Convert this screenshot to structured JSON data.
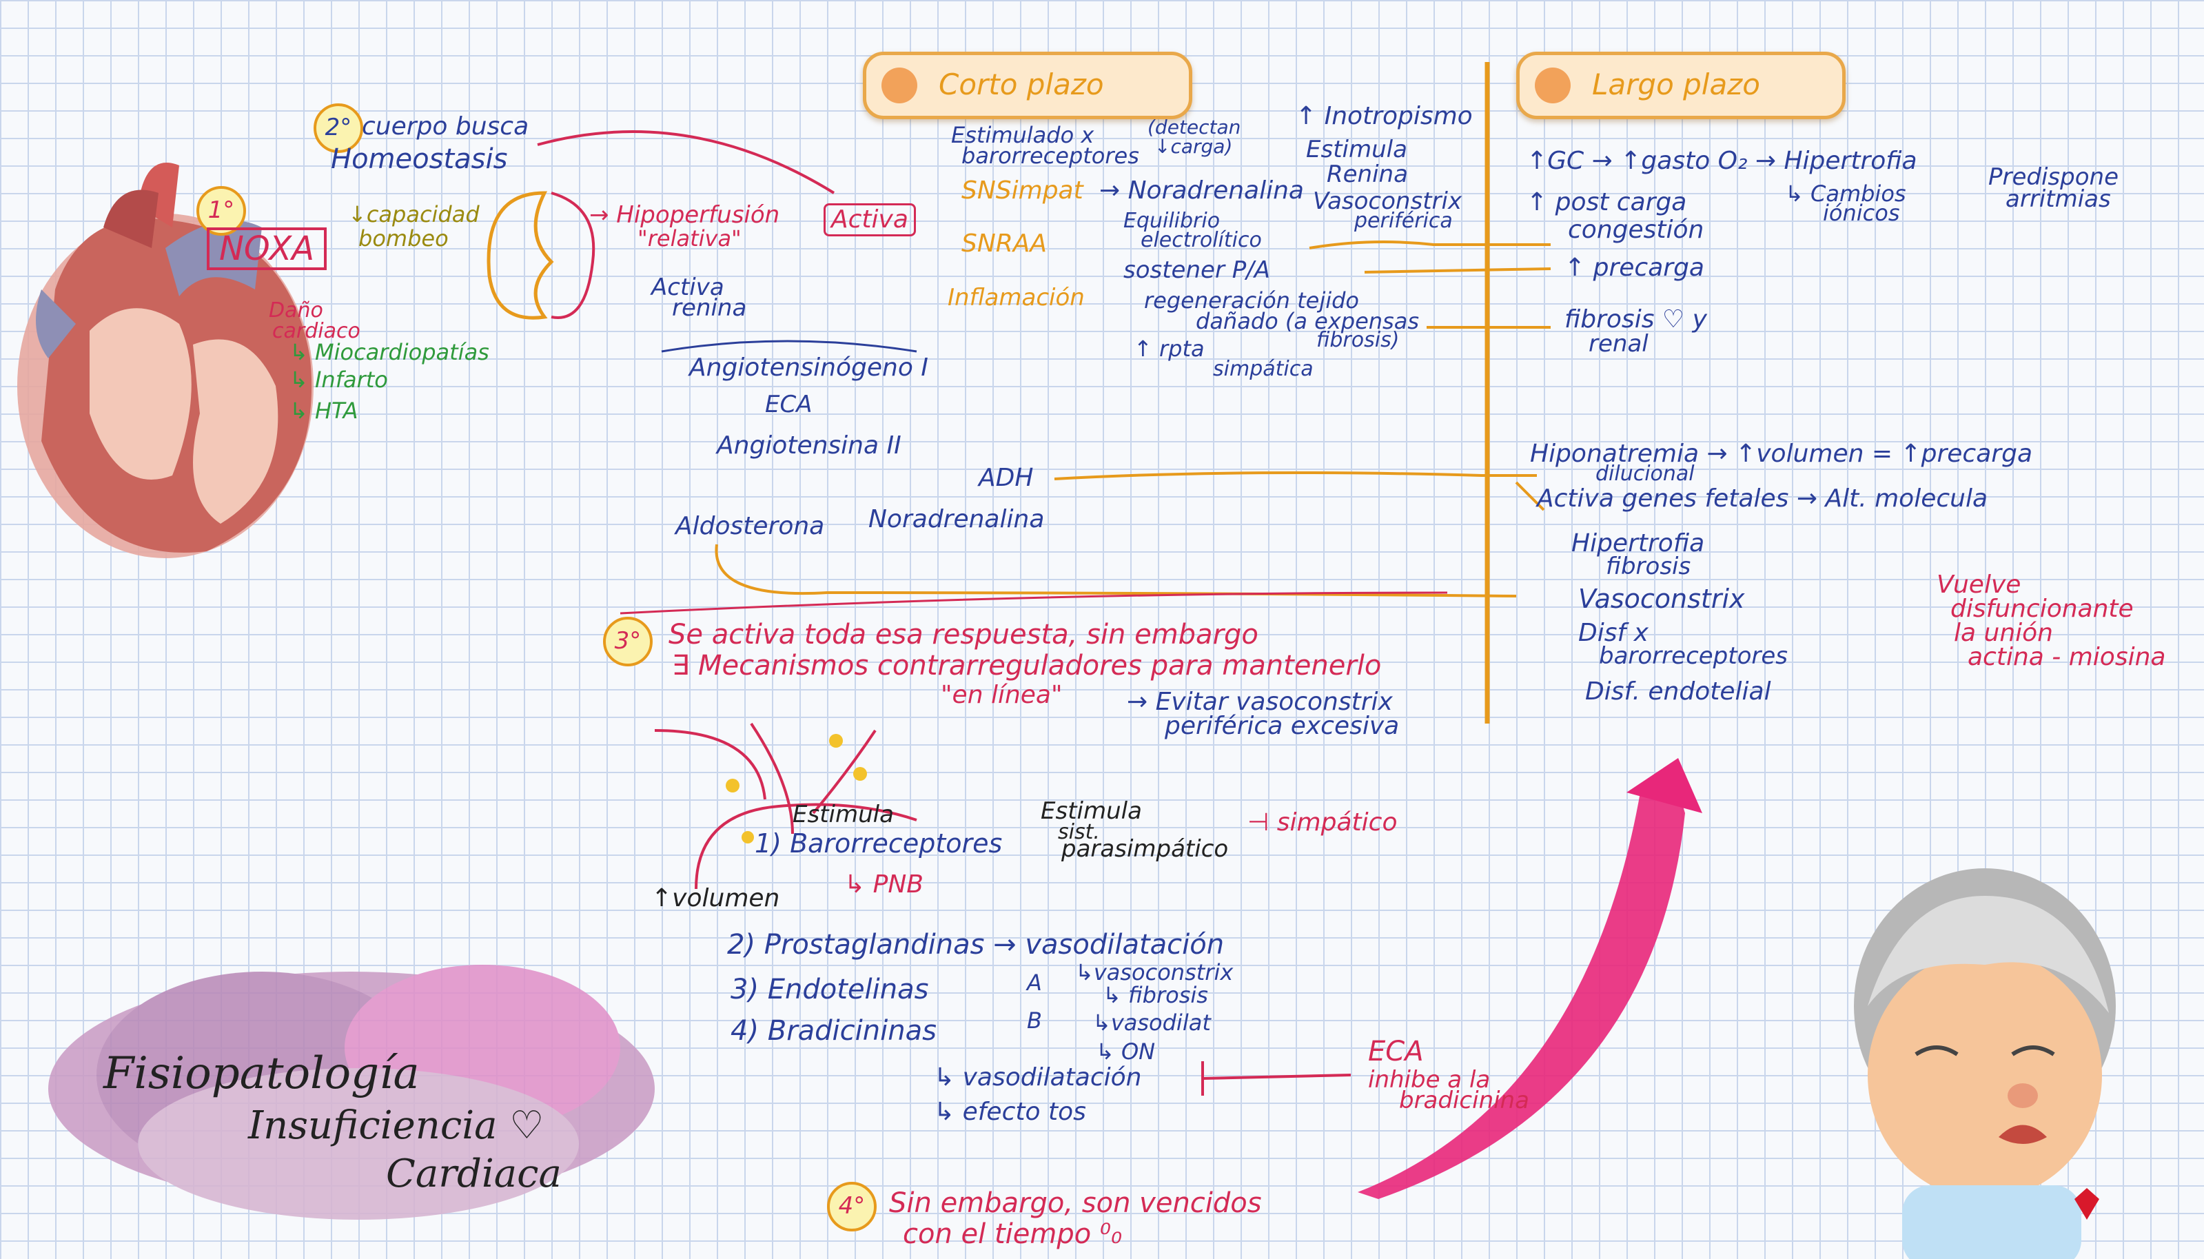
{
  "short_term": "Corto plazo",
  "long_term": "Largo plazo",
  "step1": {
    "num": "1°",
    "noxa": "NOXA",
    "capacity": "↓capacidad",
    "pump": "bombeo",
    "damage1": "Daño",
    "damage2": "cardiaco",
    "causes": [
      "↳ Miocardiopatías",
      "↳ Infarto",
      "↳ HTA"
    ]
  },
  "step2": {
    "num": "2°",
    "l1": "cuerpo busca",
    "l2": "Homeostasis"
  },
  "kidney": {
    "hypo1": "→ Hipoperfusión",
    "hypo2": "\"relativa\"",
    "renin1": "Activa",
    "renin2": "renina"
  },
  "activa": "Activa",
  "baro": {
    "l1": "Estimulado x",
    "l2": "barorreceptores",
    "note1": "(detectan",
    "note2": "↓carga)"
  },
  "sns": "SNSimpat",
  "noradr": "→ Noradrenalina",
  "ino": "↑ Inotropismo",
  "estim1": "Estimula",
  "estim2": "Renina",
  "vaso1": "Vasoconstrix",
  "vaso2": "periférica",
  "snraa": "SNRAA",
  "equil1": "Equilibrio",
  "equil2": "electrolítico",
  "sost": "sostener P/A",
  "infl": "Inflamación",
  "regen1": "regeneración tejido",
  "regen2": "dañado (a expensas",
  "regen3": "fibrosis)",
  "rpta1": "↑ rpta",
  "rpta2": "simpática",
  "angi": "Angiotensinógeno I",
  "eca": "ECA",
  "ang2": "Angiotensina II",
  "adh": "ADH",
  "aldo": "Aldosterona",
  "nora2": "Noradrenalina",
  "lt": {
    "gc": "↑GC → ↑gasto O₂ → Hipertrofia",
    "ionic1": "↳ Cambios",
    "ionic2": "iónicos",
    "pred1": "Predispone",
    "pred2": "arritmias",
    "post": "↑ post carga",
    "cong": "congestión",
    "pre": "↑ precarga",
    "fib1": "fibrosis ♡ y",
    "fib2": "renal",
    "hypon1": "Hiponatremia → ↑volumen = ↑precarga",
    "hypon2": "dilucional",
    "genes": "Activa genes fetales → Alt. molecula",
    "hyper1": "Hipertrofia",
    "hyper2": "fibrosis",
    "vc": "Vasoconstrix",
    "disf1": "Disf x",
    "disf2": "barorreceptores",
    "endo": "Disf. endotelial",
    "vuelve": [
      "Vuelve",
      "disfuncionante",
      "la unión",
      "actina - miosina"
    ]
  },
  "step3": {
    "num": "3°",
    "l1": "Se activa toda esa respuesta, sin embargo",
    "l2": "∃ Mecanismos contrarreguladores para mantenerlo",
    "l3": "\"en línea\"",
    "l4": "→ Evitar vasoconstrix",
    "l5": "periférica excesiva"
  },
  "mech": {
    "estimula": "Estimula",
    "baro": "1) Barorreceptores",
    "pnb": "↳ PNB",
    "vol": "↑volumen",
    "estsist1": "Estimula",
    "estsist2": "sist.",
    "estsist3": "parasimpático",
    "simp": "⊣ simpático",
    "prosta": "2) Prostaglandinas → vasodilatación",
    "endot": "3) Endotelinas",
    "a": "A",
    "b": "B",
    "avc": "↳vasoconstrix",
    "afib": "↳ fibrosis",
    "bvd": "↳vasodilat",
    "on": "↳ ON",
    "brady": "4) Bradicininas",
    "bvd2": "↳ vasodilatación",
    "tos": "↳ efecto tos",
    "eca": "ECA",
    "inh1": "inhibe a la",
    "inh2": "bradicinina"
  },
  "step4": {
    "num": "4°",
    "l1": "Sin embargo, son vencidos",
    "l2": "con el tiempo ⁰₀"
  },
  "title": {
    "l1": "Fisiopatología",
    "l2": "Insuficiencia ♡",
    "l3": "Cardiaca"
  }
}
